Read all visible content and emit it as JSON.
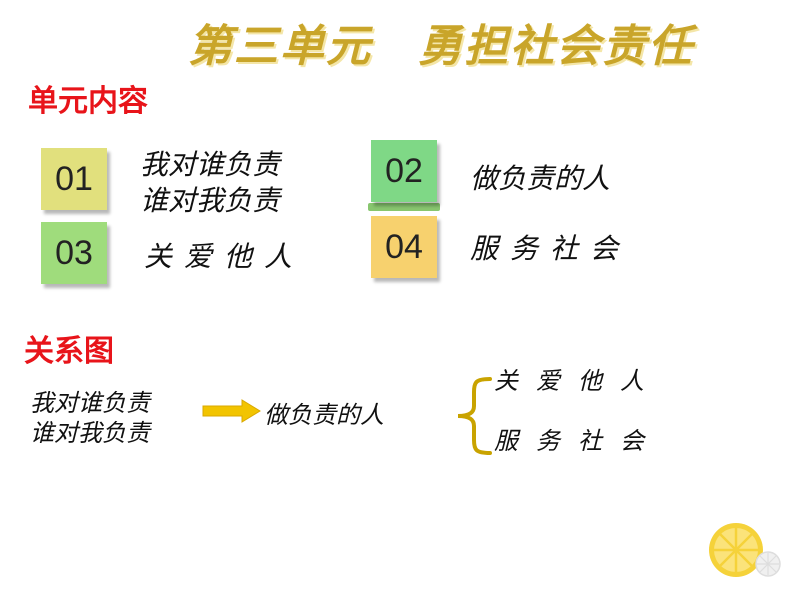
{
  "header": {
    "title": "第三单元　勇担社会责任"
  },
  "unit_content": {
    "heading": "单元内容",
    "items": [
      {
        "number": "01",
        "line1": "我对谁负责",
        "line2": "谁对我负责",
        "box_color": "#e1e07d"
      },
      {
        "number": "02",
        "line1": "做负责的人",
        "box_color": "#7fd886"
      },
      {
        "number": "03",
        "line1": "关爱他人",
        "box_color": "#9fdc7c"
      },
      {
        "number": "04",
        "line1": "服务社会",
        "box_color": "#f7d16e"
      }
    ]
  },
  "relation_diagram": {
    "heading": "关系图",
    "source_line1": "我对谁负责",
    "source_line2": "谁对我负责",
    "middle": "做负责的人",
    "branch_top": "关爱他人",
    "branch_bottom": "服务社会",
    "arrow_color": "#f2c400",
    "brace_color": "#c9a300"
  },
  "colors": {
    "title": "#c9a52a",
    "heading_red": "#e8141a"
  },
  "decorations": {
    "corner_icon": "lemon-slice-icon"
  }
}
